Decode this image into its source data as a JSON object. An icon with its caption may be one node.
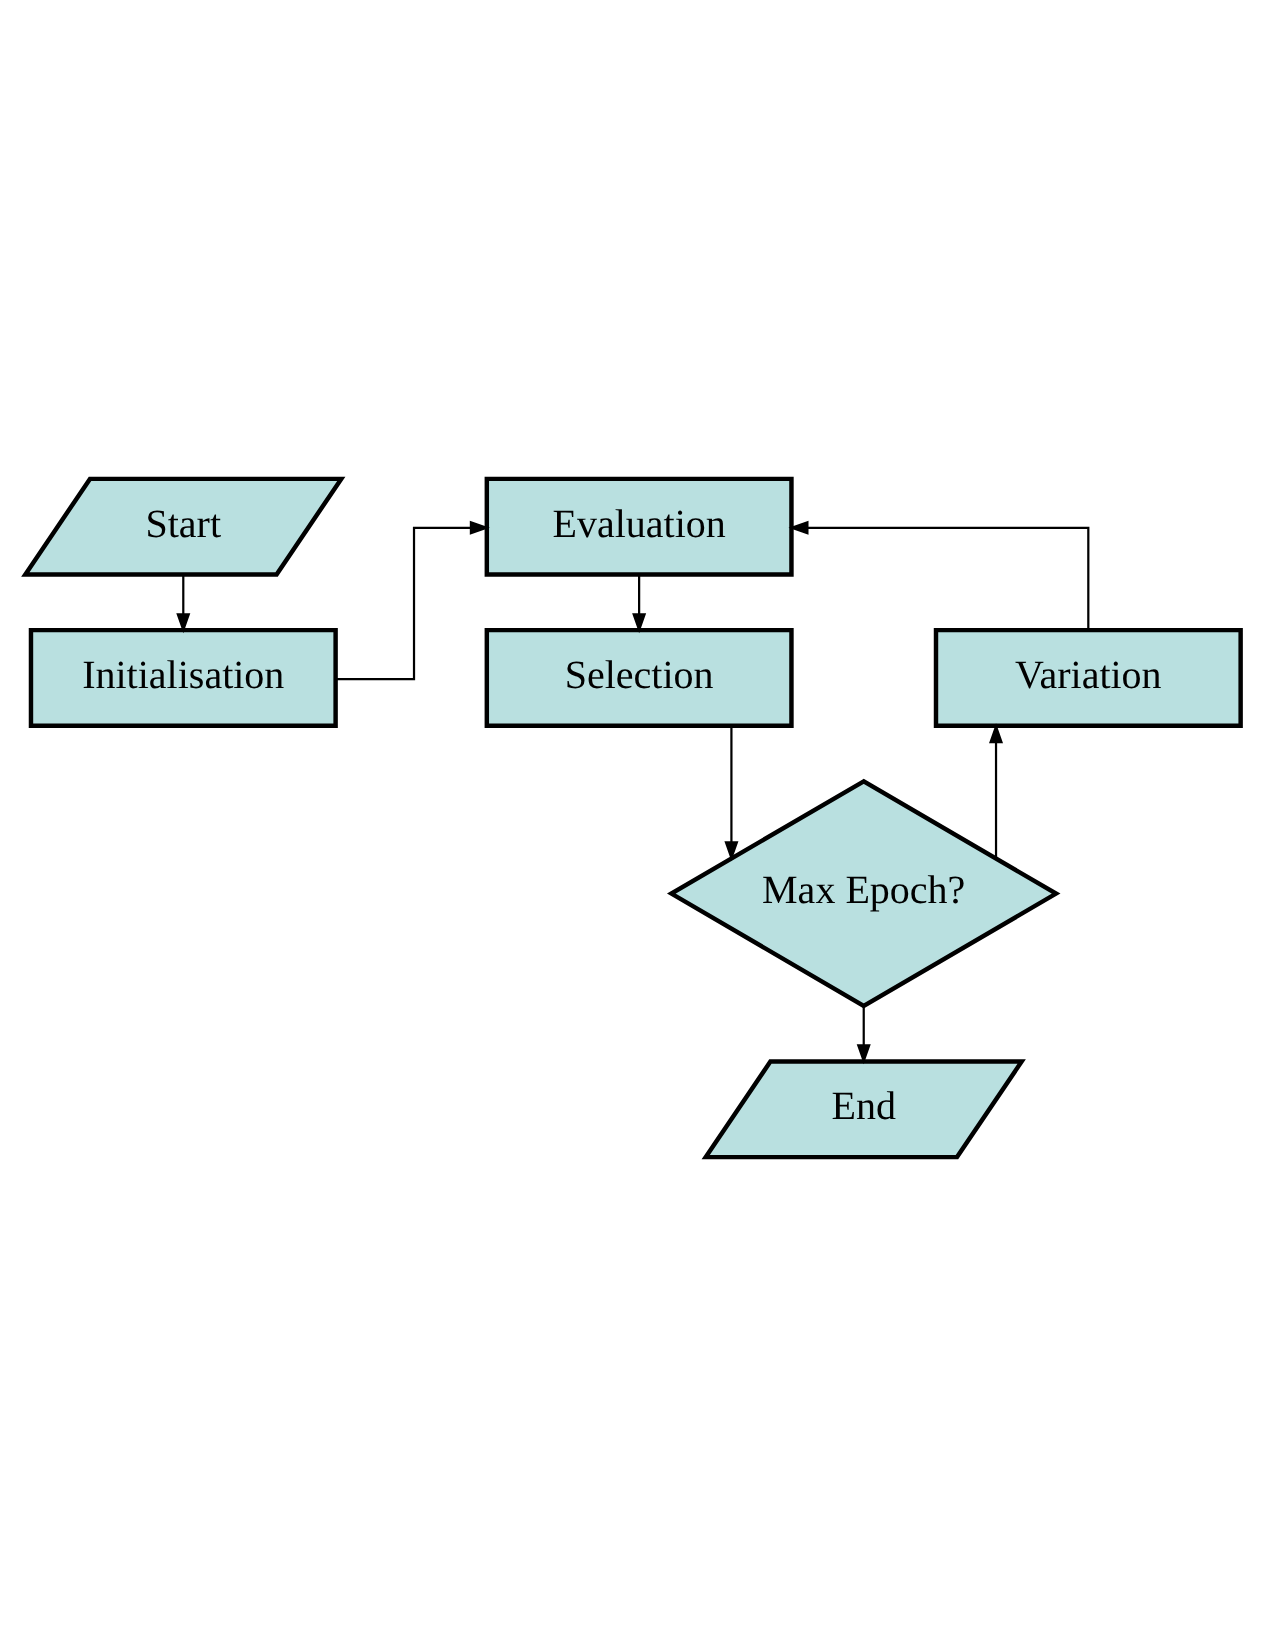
{
  "diagram": {
    "nodes": [
      {
        "text": [
          "Start"
        ]
      },
      {
        "text": [
          "Initialisation"
        ]
      },
      {
        "text": [
          "Evaluation"
        ]
      },
      {
        "text": [
          "Selection"
        ]
      },
      {
        "text": [
          "Max Epoch?"
        ]
      },
      {
        "text": [
          "Variation"
        ]
      },
      {
        "text": [
          "End"
        ]
      }
    ],
    "edges": [
      {
        "from": 0,
        "to": 1,
        "arrow": "to"
      },
      {
        "from": 1,
        "to": 2,
        "arrow": "to"
      },
      {
        "from": 2,
        "to": 3,
        "arrow": "to"
      },
      {
        "from": 3,
        "to": 4,
        "arrow": "to"
      },
      {
        "from": 4,
        "to": 5,
        "arrow": "to"
      },
      {
        "from": 5,
        "to": 2,
        "arrow": "to"
      },
      {
        "from": 4,
        "to": 6,
        "arrow": "to"
      }
    ]
  }
}
